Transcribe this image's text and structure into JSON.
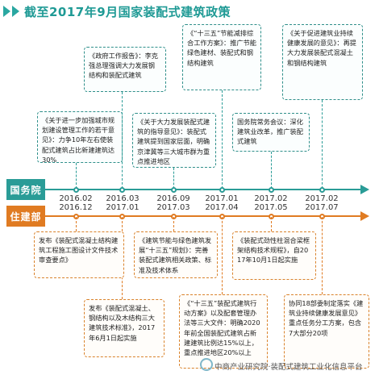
{
  "title": "截至2017年9月国家装配式建筑政策",
  "colors": {
    "teal": "#2a9c97",
    "orange": "#e07b22"
  },
  "lanes": {
    "state_council": "国务院",
    "mohurd": "住建部"
  },
  "top_dates": [
    "2016.02",
    "2016.03",
    "2016.09",
    "2017.01",
    "2017.02",
    "2017.02"
  ],
  "bottom_dates": [
    "2016.12",
    "2017.01",
    "2017.03",
    "2017.04",
    "2017.05",
    "2017.07"
  ],
  "top_events": [
    "《关于进一步加强城市规划建设管理工作的若干意见》：力争10年左右使装配式建筑占比新建建筑达30%",
    "《政府工作报告》：李克强总理强调大力发展钢结构和装配式建筑",
    "《关于大力发展装配式建筑的指导意见》：装配式建筑提到国家层面，明确京津冀等三大城市群为重点推进地区",
    "《“十三五”节能减排综合工作方案》：推广节能绿色建材、装配式和钢结构建筑",
    "国务院常务会议：深化建筑业改革，推广装配式建筑",
    "《关于促进建筑业持续健康发展的意见》：再提大力发展装配式混凝土和钢结构建筑"
  ],
  "bottom_events": [
    "发布《装配式混凝土结构建筑工程施工图设计文件技术审查要点》",
    "发布《装配式混凝土、钢结构以及木结构三大建筑技术标准》，2017年6月1日起实施",
    "《建筑节能与绿色建筑发展“十三五”规划》：完善装配式建筑相关政策、标准及技术体系",
    "《“十三五”装配式建筑行动方案》以及配套管理办法等三大文件：明确2020年前全国装配式建筑占新建建筑比例达15%以上，重点推进地区20%以上",
    "《装配式劲性柱混合梁框架结构技术规程》，自2017年10月1日起实施",
    "协同18部委制定落实《建筑业持续健康发展意见》重点任务分工方案，包含7大部分20项"
  ],
  "watermark": "中商产业研究院·装配式建筑工业化信息平台"
}
